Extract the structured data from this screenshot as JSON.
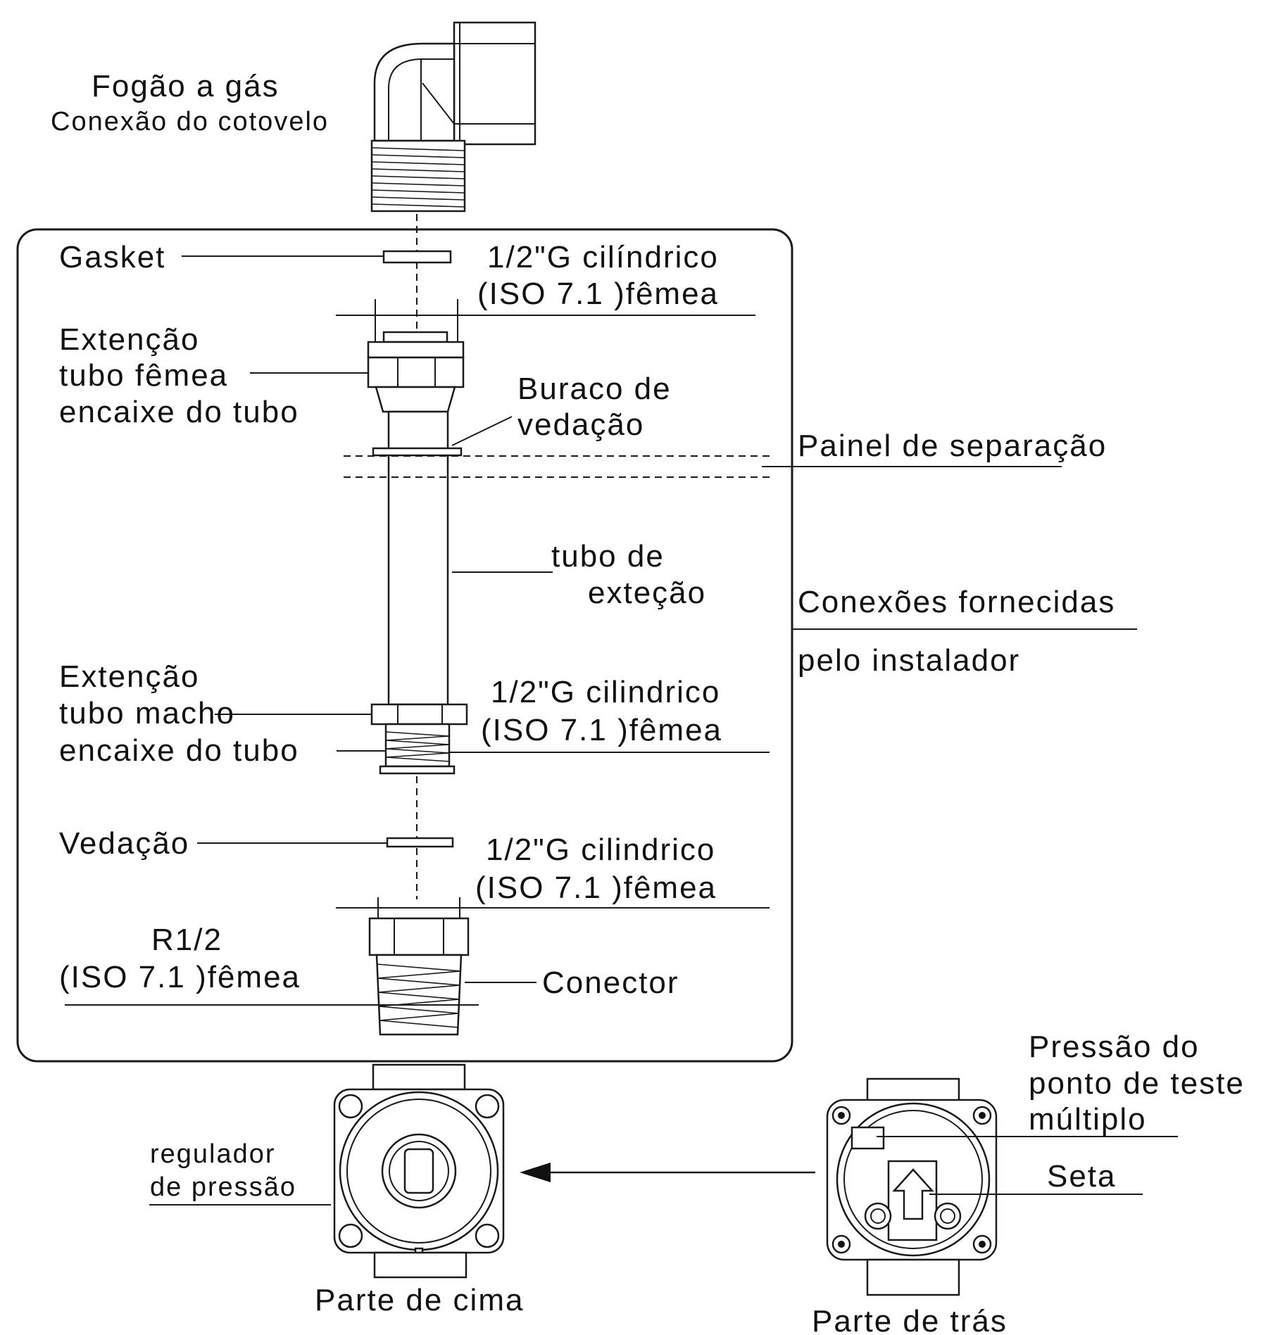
{
  "labels": {
    "stove_title": "Fogão a gás",
    "elbow": "Conexão do cotovelo",
    "gasket": "Gasket",
    "thread1_l1": "1/2\"G cilíndrico",
    "thread1_l2": "(ISO 7.1 )fêmea",
    "female_fit_l1": "Extenção",
    "female_fit_l2": "tubo fêmea",
    "female_fit_l3": "encaixe do tubo",
    "seal_hole_l1": "Buraco de",
    "seal_hole_l2": "vedação",
    "panel": "Painel de separação",
    "ext_tube_l1": "tubo de",
    "ext_tube_l2": "exteção",
    "supplied_l1": "Conexões fornecidas",
    "supplied_l2": "pelo instalador",
    "male_fit_l1": "Extenção",
    "male_fit_l2": "tubo macho",
    "male_fit_l3": "encaixe do tubo",
    "thread2_l1": "1/2\"G cilindrico",
    "thread2_l2": "(ISO 7.1 )fêmea",
    "seal": "Vedação",
    "thread3_l1": "1/2\"G cilindrico",
    "thread3_l2": "(ISO 7.1 )fêmea",
    "r12_l1": "R1/2",
    "r12_l2": "(ISO 7.1 )fêmea",
    "connector": "Conector",
    "regulator_l1": "regulador",
    "regulator_l2": "de pressão",
    "top_view": "Parte de cima",
    "test_point_l1": "Pressão do",
    "test_point_l2": "ponto de teste",
    "test_point_l3": "múltiplo",
    "arrow_label": "Seta",
    "back_view": "Parte de trás"
  },
  "icons": {
    "view_arrow": "arrow-left-icon",
    "flow_arrow": "arrow-up-icon"
  }
}
